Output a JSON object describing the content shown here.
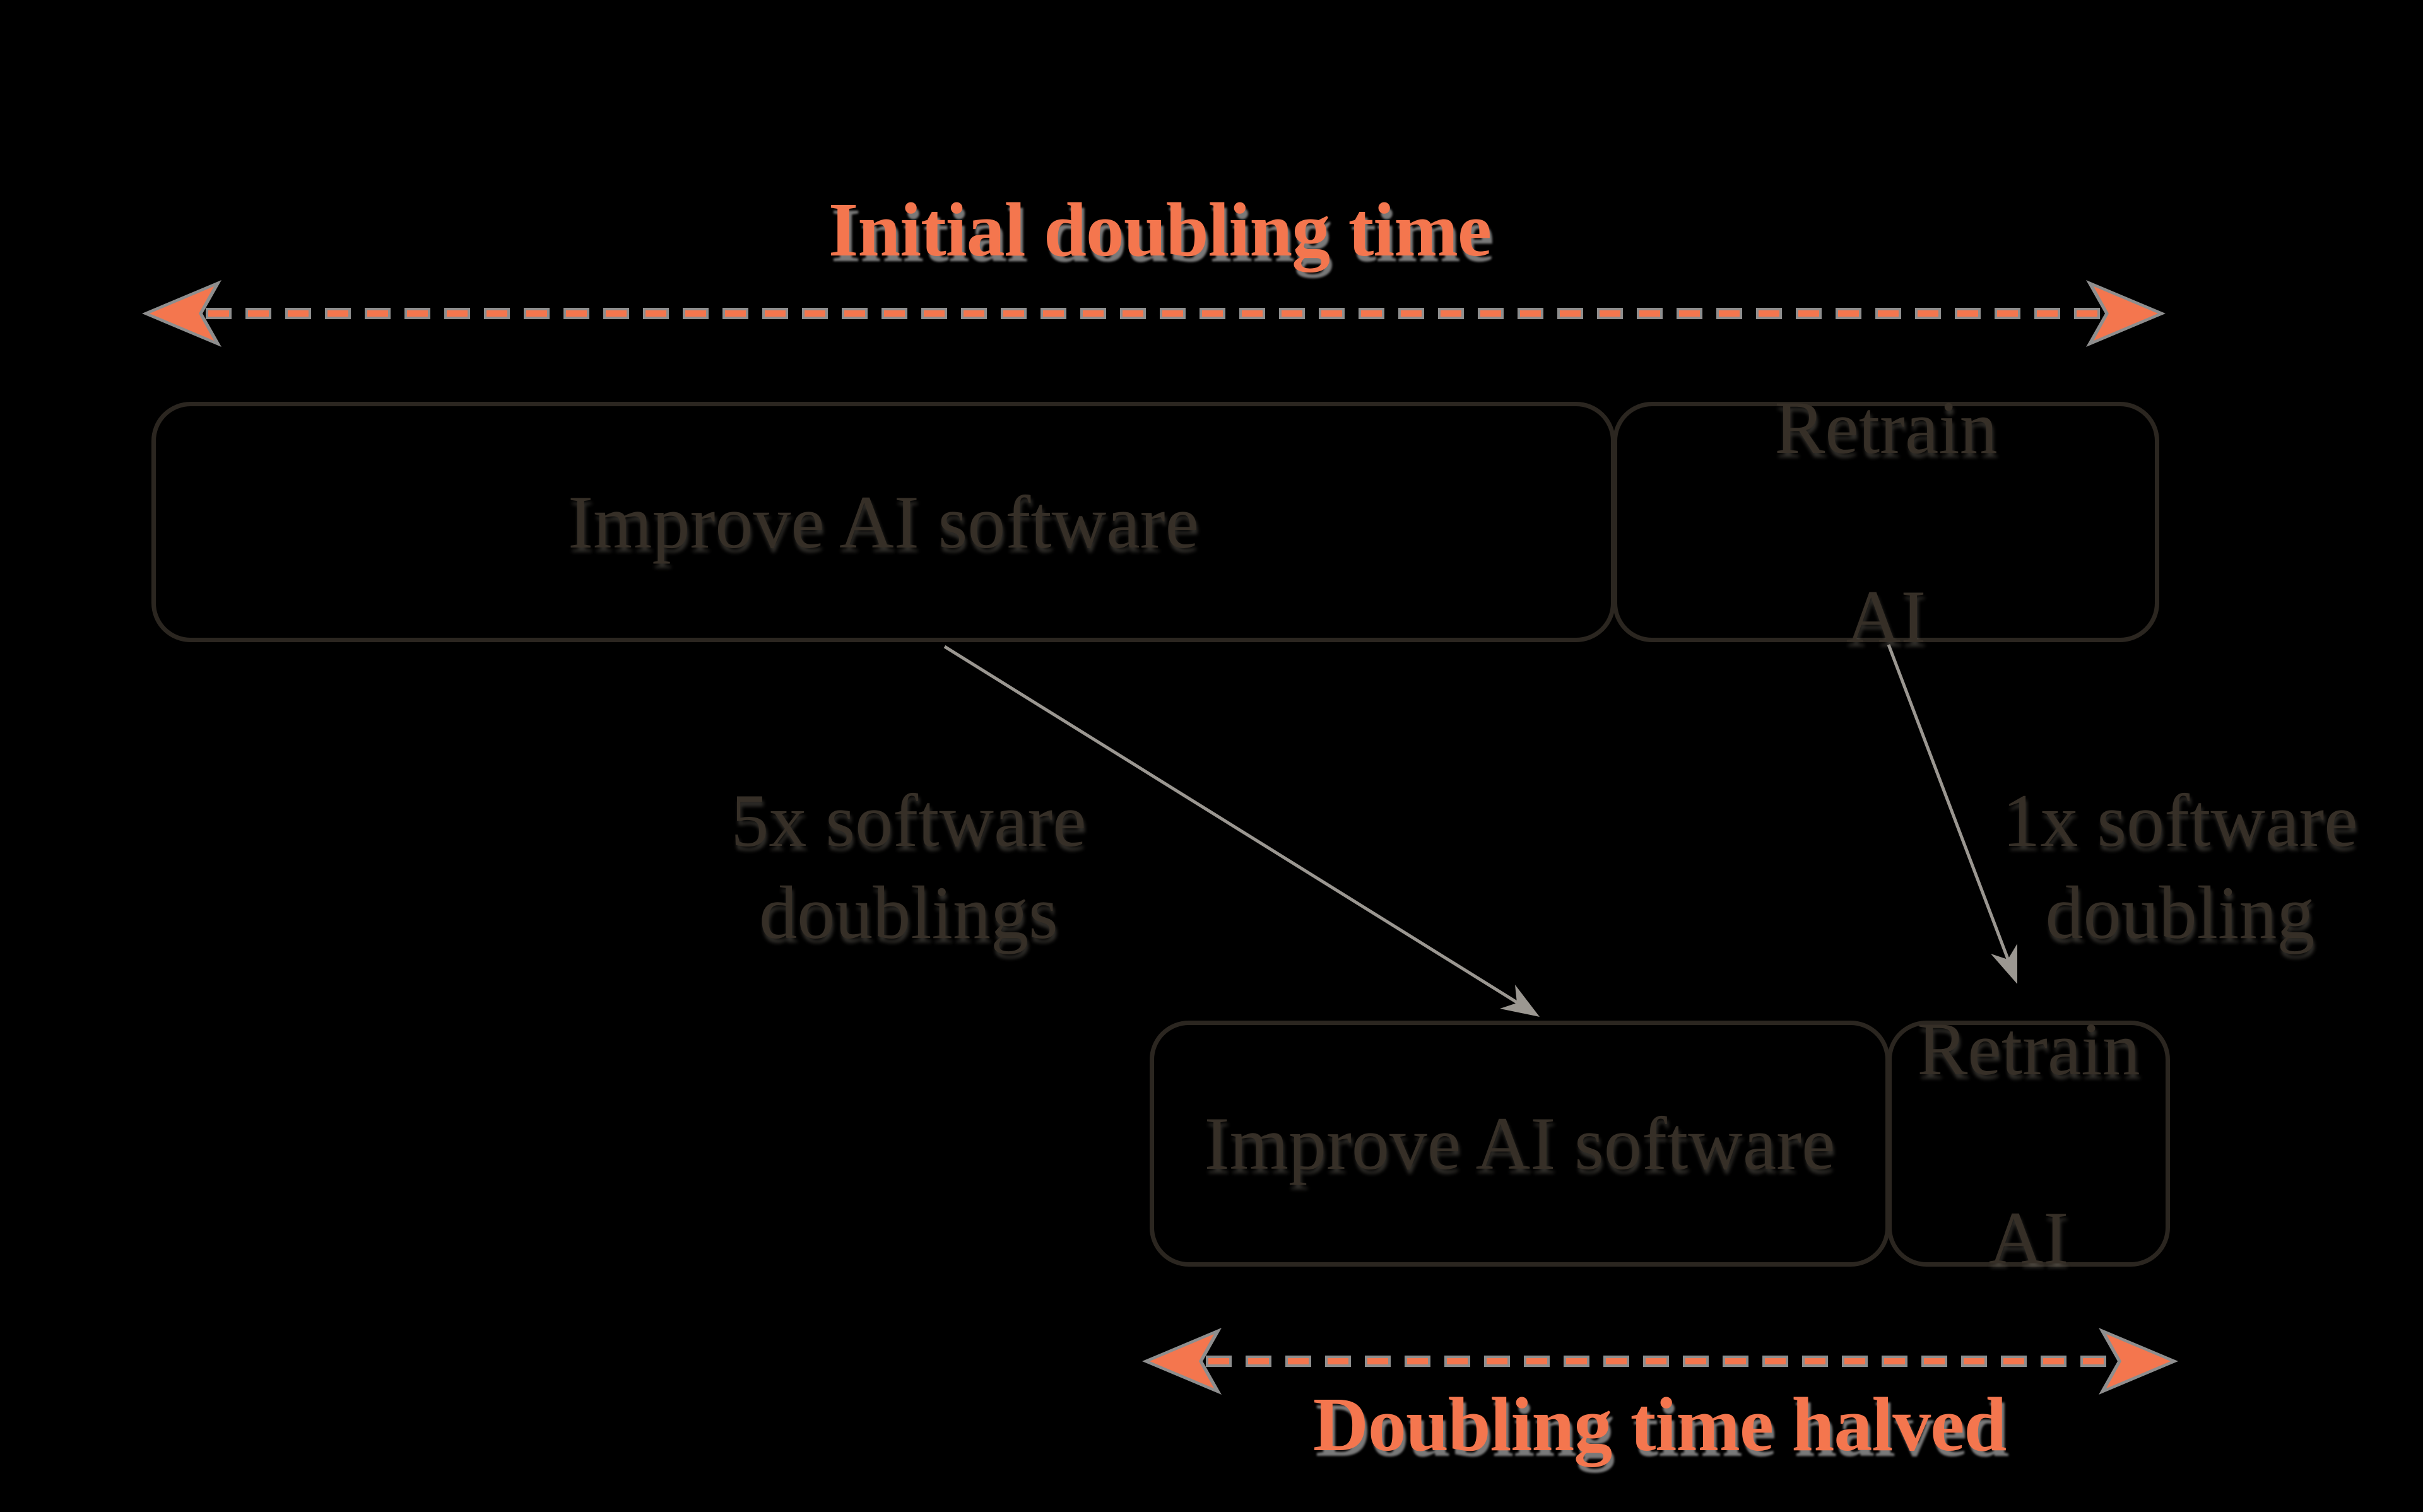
{
  "colors": {
    "orange": "#F4764E",
    "shadow_gray": "#8E8E8E",
    "line_dark": "#2B2620",
    "text_dark": "#362F27",
    "arrow_gray": "#9B9791",
    "background": "#000000"
  },
  "top_span": {
    "title": "Initial doubling time"
  },
  "row1": {
    "improve_box": {
      "label": "Improve AI software"
    },
    "retrain_box": {
      "line1": "Retrain",
      "line2": "AI"
    }
  },
  "transitions": {
    "left_label": {
      "line1": "5x software",
      "line2": "doublings"
    },
    "right_label": {
      "line1": "1x software",
      "line2": "doubling"
    }
  },
  "row2": {
    "improve_box": {
      "label": "Improve AI software"
    },
    "retrain_box": {
      "line1": "Retrain",
      "line2": "AI"
    }
  },
  "bottom_span": {
    "title": "Doubling time halved"
  }
}
